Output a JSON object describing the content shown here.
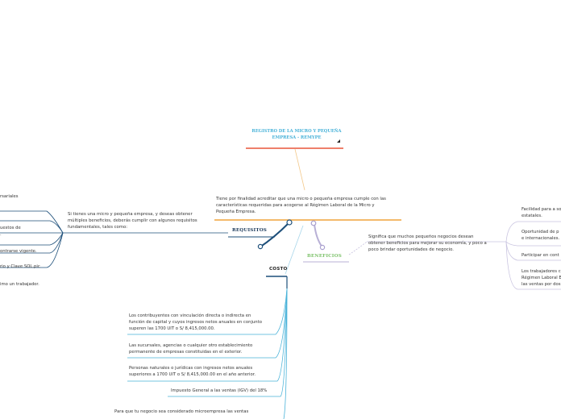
{
  "root": {
    "title": "REGISTRO DE LA MICRO Y PEQUEÑA\nEMPRESA - REMYPE",
    "description": "Tiene por finalidad acreditar que una micro o pequeña empresa cumple con las\ncaracterísticas requeridas para acogerse al Régimen Laboral de la Micro y\nPequeña Empresa."
  },
  "requisitos": {
    "label": "REQUISITOS",
    "intro": "Si tienes una micro y pequeña empresa, y deseas obtener\nmúltiples beneficios, deberás cumplir con algunos requisitos\nfundamentales, tales como:",
    "items": [
      "rsariales",
      "uestos de\n.",
      "ontrarse vigente.",
      "rio y Clave SOL.pic",
      "imo un trabajador."
    ]
  },
  "beneficios": {
    "label": "BENEFICIOS",
    "intro": "Significa que muchos pequeños negocios desean\nobtener beneficios para mejorar su economía, y poco a\npoco brindar oportunidades de negocio.",
    "items": [
      "Facilidad para a so\nestatales.",
      "Oportunidad de p\ne internacionales.",
      "Participar en cont",
      "Los trabajadores c\nRégimen Laboral E\nlas ventas por dos"
    ]
  },
  "costo": {
    "label": "COSTO",
    "items": [
      "Los contribuyentes con vinculación directa o indirecta en\nfunción de capital y cuyos ingresos netos anuales en conjunto\nsuperen las 1700 UIT o S/ 8,415,000.00.",
      "Las sucursales, agencias o cualquier otro establecimiento\npermanente de empresas constituidas en el exterior.",
      "Personas naturales o jurídicas con ingresos netos anuales\nsuperiores a 1700 UIT o S/ 8,415,000.00 en el año anterior.",
      "Impuesto General a las ventas (IGV) del 18%",
      "Para que tu negocio sea considerado microempresa las ventas"
    ]
  }
}
